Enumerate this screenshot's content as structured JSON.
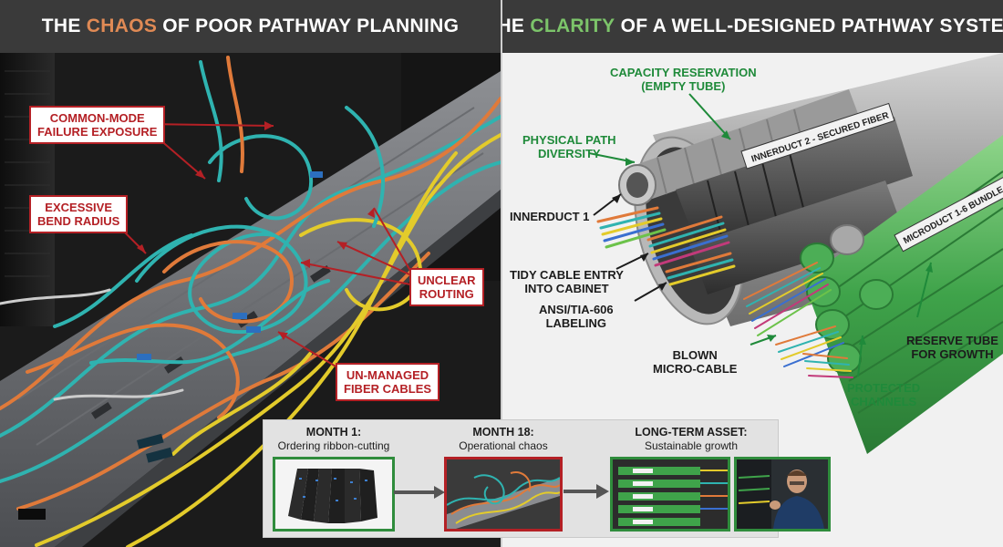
{
  "left_panel": {
    "title_prefix": "THE ",
    "title_highlight": "CHAOS",
    "title_suffix": " OF POOR PATHWAY PLANNING",
    "callouts": {
      "common_mode": "COMMON-MODE\nFAILURE EXPOSURE",
      "bend_radius": "EXCESSIVE\nBEND RADIUS",
      "unclear_routing": "UNCLEAR\nROUTING",
      "unmanaged": "UN-MANAGED\nFIBER CABLES"
    }
  },
  "right_panel": {
    "title_prefix": "THE ",
    "title_highlight": "CLARITY",
    "title_suffix": " OF A WELL-DESIGNED PATHWAY SYSTEM",
    "labels": {
      "capacity": "CAPACITY RESERVATION\n(EMPTY TUBE)",
      "diversity": "PHYSICAL PATH\nDIVERSITY",
      "innerduct1": "INNERDUCT 1",
      "tidy": "TIDY CABLE ENTRY\nINTO CABINET",
      "ansi": "ANSI/TIA-606\nLABELING",
      "blown": "BLOWN\nMICRO-CABLE",
      "protected": "PROTECTED\nCHANNELS",
      "reserve": "RESERVE TUBE\nFOR GROWTH"
    },
    "printed": {
      "innerduct2": "INNERDUCT 2 - SECURED FIBER",
      "microduct": "MICRODUCT 1-6 BUNDLE"
    }
  },
  "timeline": {
    "steps": [
      {
        "title": "MONTH 1:",
        "subtitle": "Ordering ribbon-cutting"
      },
      {
        "title": "MONTH 18:",
        "subtitle": "Operational chaos"
      },
      {
        "title": "LONG-TERM ASSET:",
        "subtitle": "Sustainable growth"
      }
    ]
  },
  "colors": {
    "chaos_accent": "#e08a55",
    "clarity_accent": "#7cc46a",
    "callout_red": "#b42025",
    "label_green": "#1f8a3a",
    "title_bar": "#3a3a3a"
  }
}
